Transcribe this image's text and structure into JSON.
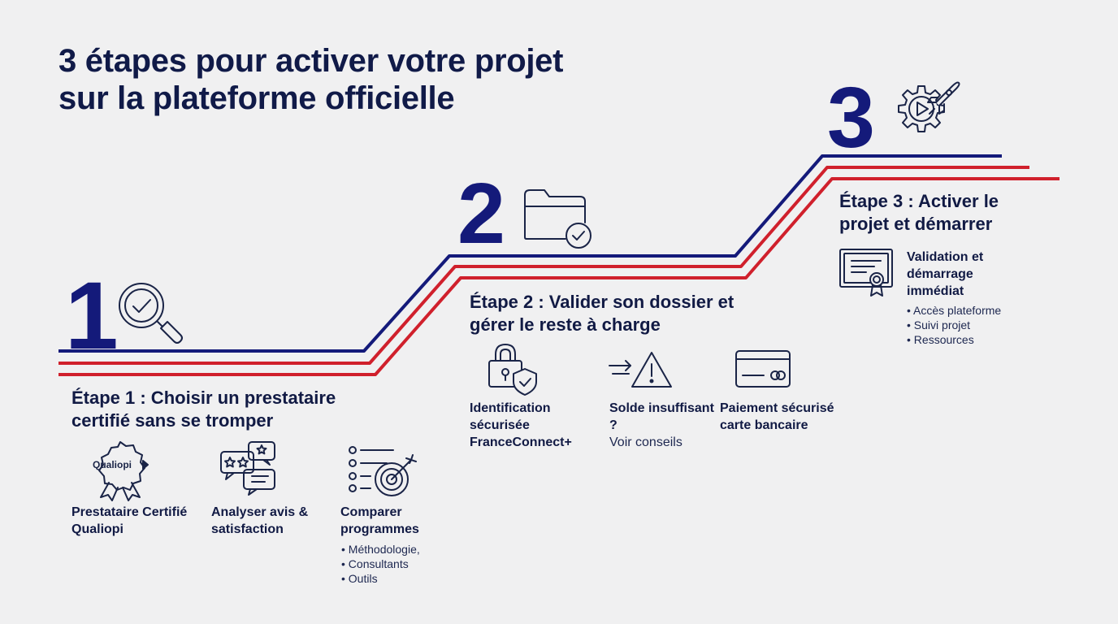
{
  "title": {
    "line1": "3 étapes pour activer votre projet",
    "line2": "sur la plateforme officielle"
  },
  "colors": {
    "navy": "#141a7a",
    "red": "#d0202c",
    "text": "#111a44",
    "background": "#f0f0f1"
  },
  "steps": [
    {
      "number": "1",
      "title": "Étape 1 : Choisir un prestataire certifié sans se tromper",
      "header_icon": "magnifier-check-icon",
      "items": [
        {
          "icon": "qualiopi-badge-icon",
          "badge_text": "Qualiopi",
          "label": "Prestataire Certifié Qualiopi"
        },
        {
          "icon": "rating-chat-icon",
          "label": "Analyser avis & satisfaction"
        },
        {
          "icon": "checklist-target-icon",
          "label": "Comparer programmes",
          "bullets": [
            "Méthodologie,",
            "Consultants",
            "Outils"
          ]
        }
      ]
    },
    {
      "number": "2",
      "title": "Étape 2 : Valider son dossier et gérer le reste à charge",
      "header_icon": "folder-check-icon",
      "items": [
        {
          "icon": "lock-shield-icon",
          "label": "Identification sécurisée FranceConnect+"
        },
        {
          "icon": "warning-arrow-icon",
          "label": "Solde insuffisant ?",
          "sub": "Voir conseils"
        },
        {
          "icon": "credit-card-icon",
          "label": "Paiement sécurisé carte bancaire"
        }
      ]
    },
    {
      "number": "3",
      "title": "Étape 3 : Activer le projet et démarrer",
      "header_icon": "gear-rocket-icon",
      "items": [
        {
          "icon": "certificate-icon",
          "label": "Validation et démarrage immédiat",
          "bullets": [
            "Accès plateforme",
            "Suivi projet",
            "Ressources"
          ]
        }
      ]
    }
  ]
}
